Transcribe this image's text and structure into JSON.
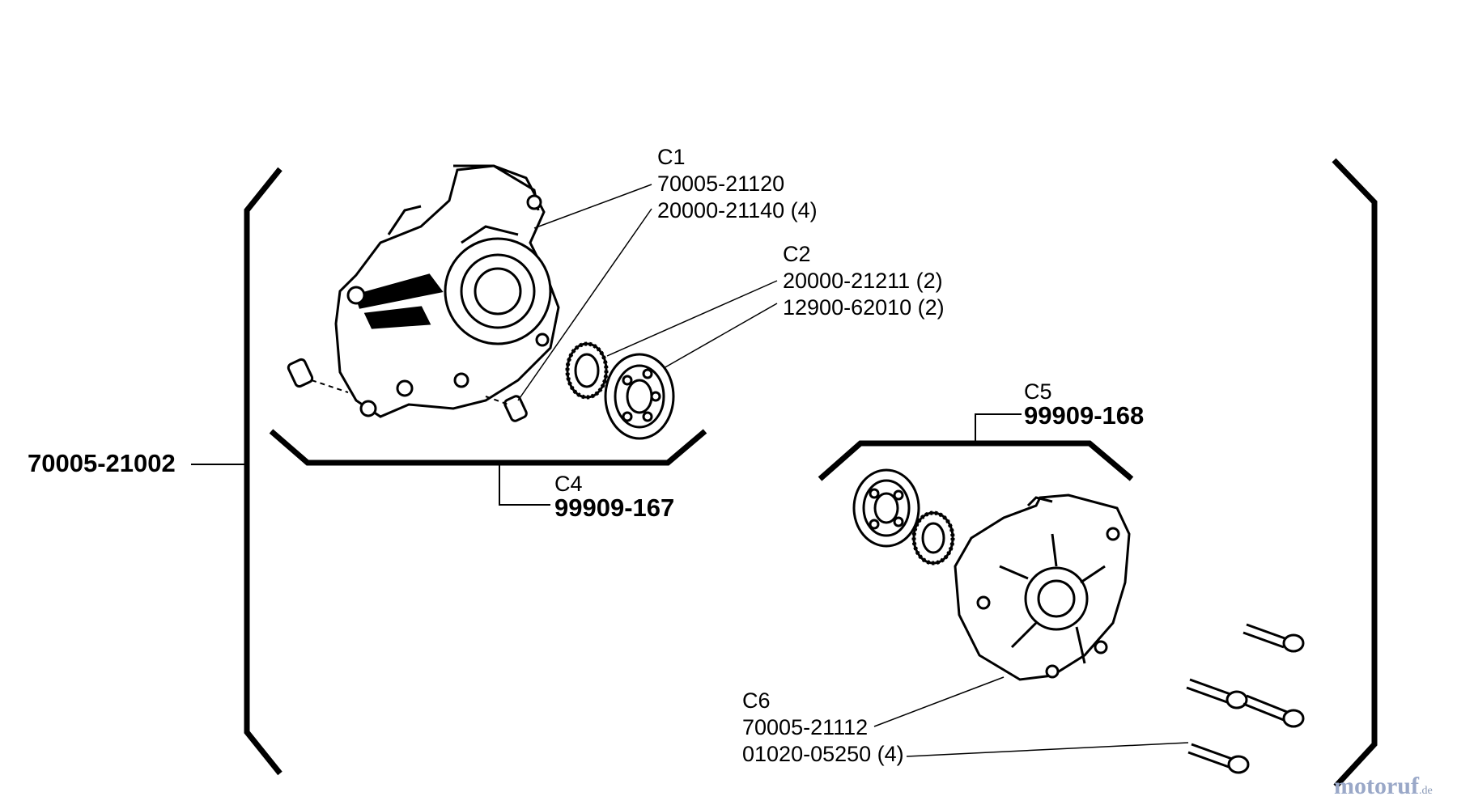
{
  "assembly": {
    "part_number": "70005-21002"
  },
  "callouts": {
    "c1": {
      "ref": "C1",
      "parts": [
        "70005-21120",
        "20000-21140 (4)"
      ]
    },
    "c2": {
      "ref": "C2",
      "parts": [
        "20000-21211 (2)",
        "12900-62010 (2)"
      ]
    },
    "c4": {
      "ref": "C4",
      "kit": "99909-167"
    },
    "c5": {
      "ref": "C5",
      "kit": "99909-168"
    },
    "c6": {
      "ref": "C6",
      "parts": [
        "70005-21112",
        "01020-05250 (4)"
      ]
    }
  },
  "watermark": {
    "text": "motoruf",
    "suffix": ".de"
  }
}
